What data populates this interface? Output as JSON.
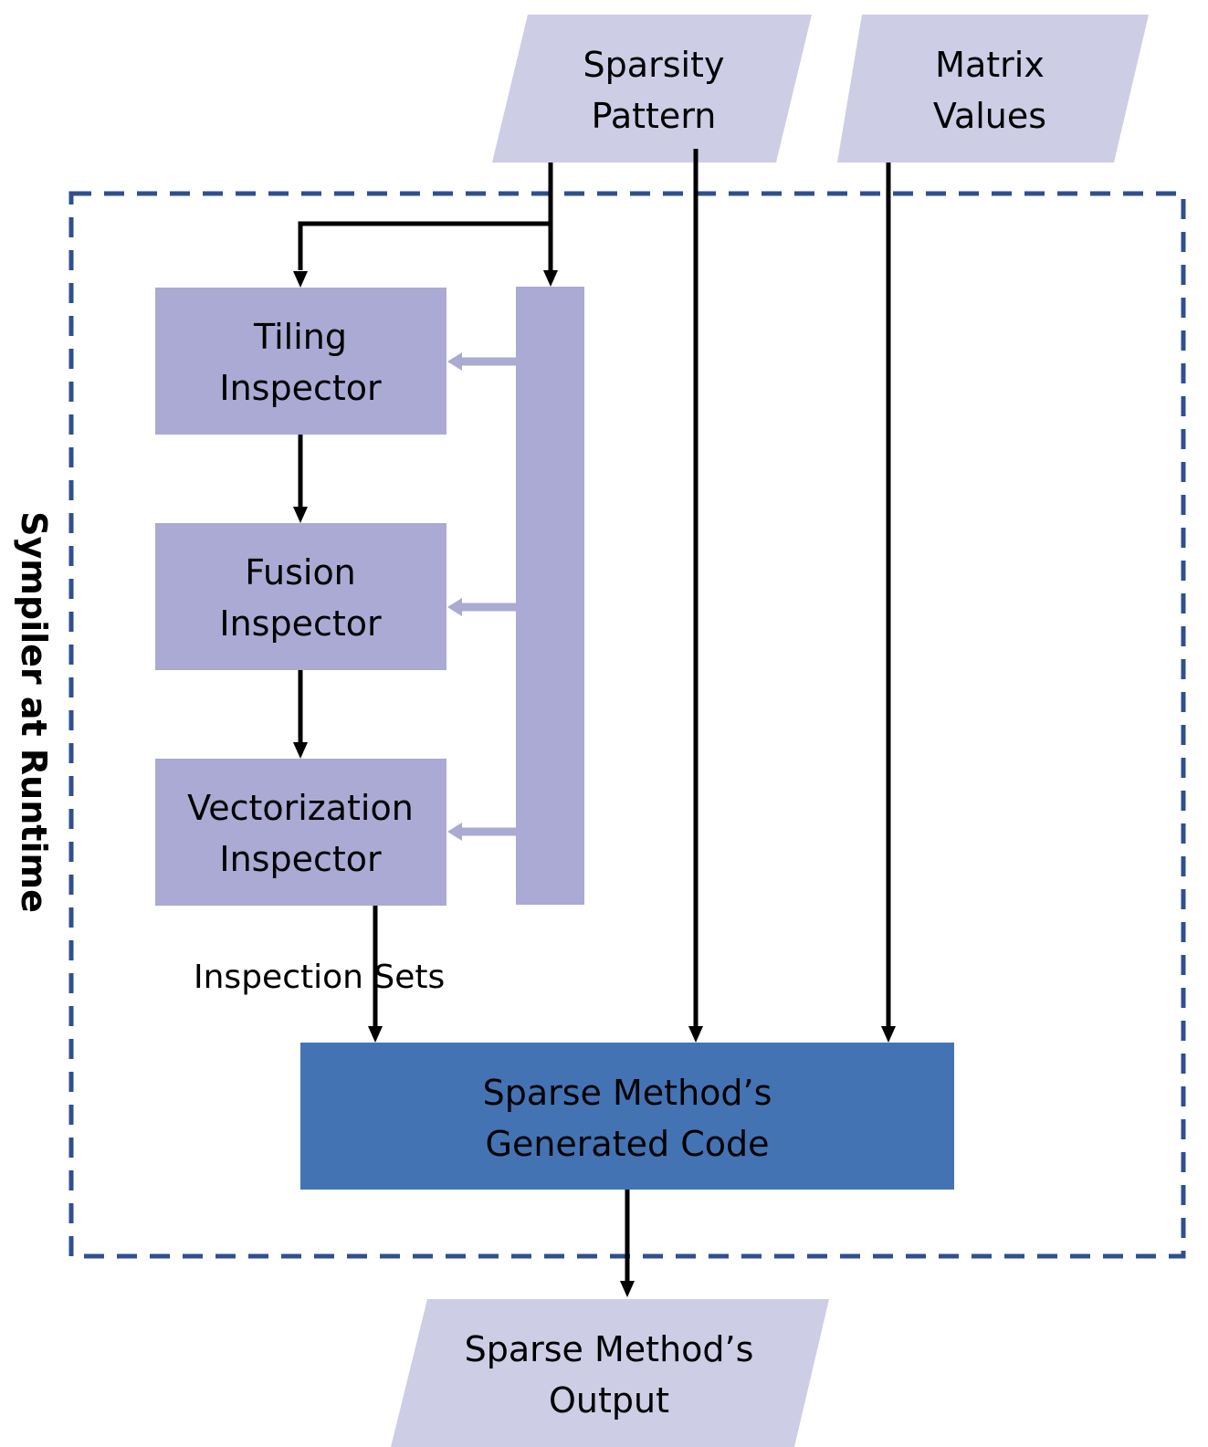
{
  "diagram": {
    "container_label": "Sympiler at Runtime",
    "inputs": {
      "sparsity_pattern": [
        "Sparsity",
        "Pattern"
      ],
      "matrix_values": [
        "Matrix",
        "Values"
      ]
    },
    "inspectors": {
      "tiling": [
        "Tiling",
        "Inspector"
      ],
      "fusion": [
        "Fusion",
        "Inspector"
      ],
      "vectorization": [
        "Vectorization",
        "Inspector"
      ]
    },
    "edge_label": "Inspection Sets",
    "generated_code": [
      "Sparse Method’s",
      "Generated Code"
    ],
    "output": [
      "Sparse Method’s",
      "Output"
    ],
    "colors": {
      "io_fill": "#cdcde6",
      "inspector_fill": "#abaad4",
      "generated_code_fill": "#4473b4",
      "container_border": "#2f4f8f",
      "arrow": "#000000",
      "feedback_arrow": "#abaad4"
    }
  }
}
